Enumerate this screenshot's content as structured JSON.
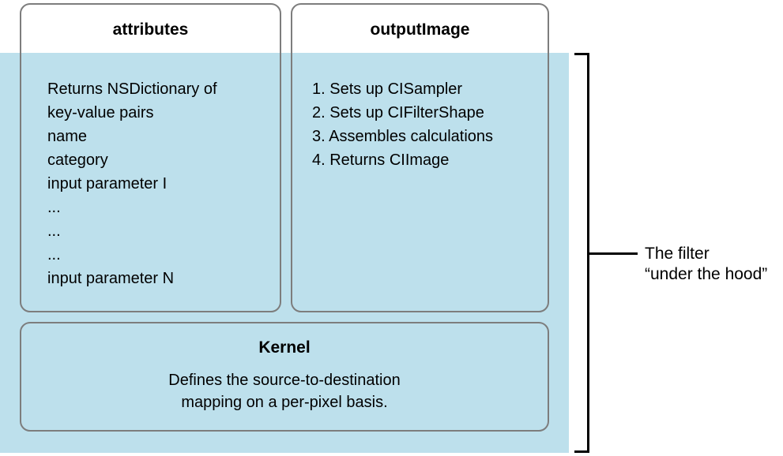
{
  "colors": {
    "background_highlight": "#bde0ec",
    "box_border": "#7d7d7d",
    "bracket": "#000000",
    "text": "#000000"
  },
  "attributes_box": {
    "title": "attributes",
    "lines": [
      "Returns NSDictionary of",
      "key-value pairs",
      "name",
      "category",
      "input parameter I",
      "...",
      "...",
      "...",
      "input parameter N"
    ]
  },
  "outputimage_box": {
    "title": "outputImage",
    "steps": [
      "1. Sets up CISampler",
      "2. Sets up CIFilterShape",
      "3. Assembles calculations",
      "4. Returns CIImage"
    ]
  },
  "kernel_box": {
    "title": "Kernel",
    "description_line1": "Defines the source-to-destination",
    "description_line2": "mapping on a per-pixel basis."
  },
  "bracket_label": {
    "line1": "The filter",
    "line2": "“under the hood”"
  }
}
